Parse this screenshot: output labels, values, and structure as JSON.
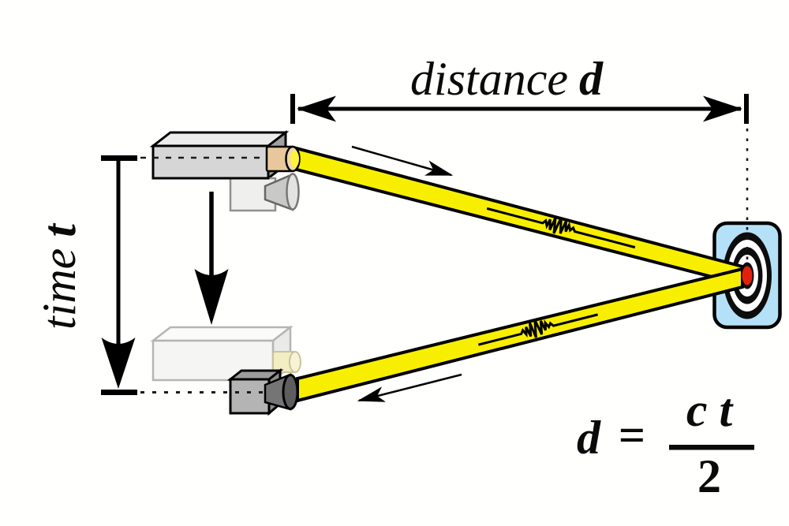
{
  "diagram": {
    "distance_label": {
      "word": "distance",
      "symbol": "d"
    },
    "time_label": {
      "word": "time",
      "symbol": "t"
    },
    "formula": {
      "lhs": "d",
      "relation": "=",
      "numerator": "c t",
      "denominator": "2"
    },
    "colors": {
      "beam_yellow": "#f8ef00",
      "beam_outline": "#000000",
      "target_panel_blue": "#b5e1f8",
      "bullseye_black": "#0d0d0d",
      "bullseye_white": "#ffffff",
      "bullseye_center_red": "#e3200e",
      "emitter_lens_tan": "#e8c79c",
      "emitter_glow_yellow": "#fdf23c",
      "ghost_lens_yellow": "#f3edc2",
      "device_gray": "#d6d6d6",
      "receiver_gray": "#b4b4b4",
      "horn_dark_gray": "#757575",
      "line_black": "#0a0a0a"
    }
  }
}
